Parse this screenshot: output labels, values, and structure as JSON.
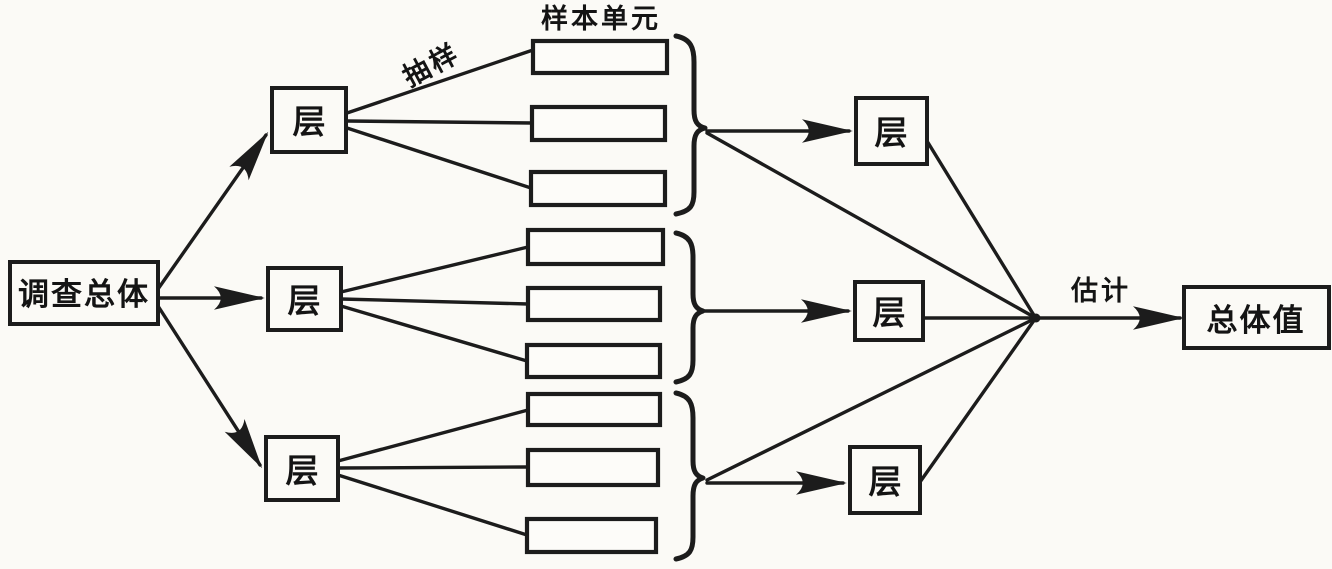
{
  "population_box": {
    "label": "调查总体"
  },
  "sampling_label": "抽样",
  "sample_units_label": "样本单元",
  "left_strata": [
    {
      "label": "层"
    },
    {
      "label": "层"
    },
    {
      "label": "层"
    }
  ],
  "right_strata": [
    {
      "label": "层"
    },
    {
      "label": "层"
    },
    {
      "label": "层"
    }
  ],
  "sample_units": {
    "groups": 3,
    "units_per_group": 3
  },
  "estimate_label": "估计",
  "total_value_box": {
    "label": "总体值"
  },
  "colors": {
    "ink": "#1c1c1c",
    "background": "#fbfaf6"
  }
}
